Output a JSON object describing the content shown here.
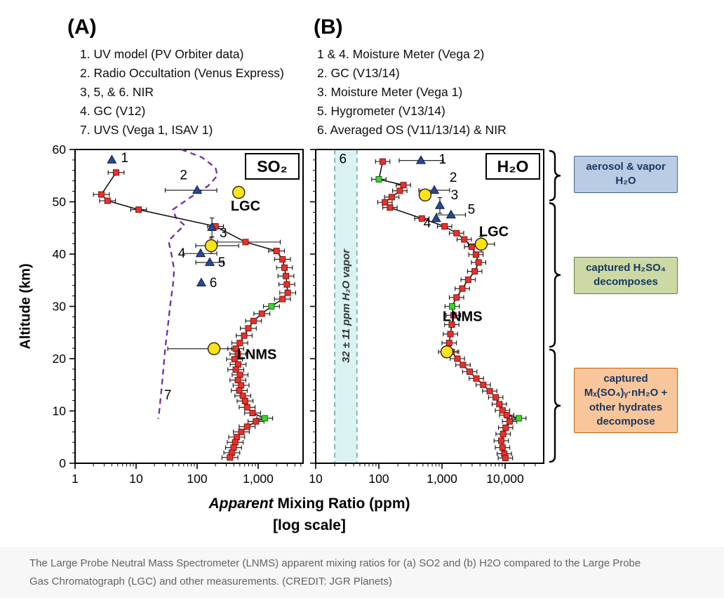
{
  "figure": {
    "panelA": {
      "header": "(A)",
      "legend": [
        "1. UV model (PV Orbiter data)",
        "2. Radio Occultation (Venus Express)",
        "3, 5, & 6. NIR",
        "4. GC (V12)",
        "7. UVS (Vega 1, ISAV 1)"
      ]
    },
    "panelB": {
      "header": "(B)",
      "legend": [
        "1 & 4. Moisture Meter (Vega 2)",
        "2. GC (V13/14)",
        "3. Moisture Meter (Vega 1)",
        "5. Hygrometer (V13/14)",
        "6. Averaged OS (V11/13/14) & NIR"
      ]
    },
    "ylabel": "Altitude (km)",
    "xlabel_italic": "Apparent",
    "xlabel_rest": " Mixing Ratio (ppm)",
    "xlabel_line2": "[log scale]",
    "side_boxes": [
      {
        "text": "aerosol & vapor\nH₂O",
        "bg": "#b9cce4",
        "border": "#41619e",
        "range_km": [
          50,
          60
        ]
      },
      {
        "text": "captured H₂SO₄\ndecomposes",
        "bg": "#ccd9a5",
        "border": "#5d7d35",
        "range_km": [
          22,
          50
        ]
      },
      {
        "text": "captured\nMₓ(SO₄)ᵧ·nH₂O +\nother hydrates\ndecompose",
        "bg": "#f9c69b",
        "border": "#bd6316",
        "range_km": [
          0,
          22
        ]
      }
    ],
    "caption": "The Large Probe Neutral Mass Spectrometer (LNMS) apparent mixing ratios for (a) SO2 and (b) H2O compared to the Large Probe Gas Chromatograph (LGC) and other measurements. (CREDIT: JGR Planets)"
  },
  "chart_data": [
    {
      "type": "scatter",
      "panel": "A",
      "gas": "SO₂",
      "x_axis": {
        "scale": "log",
        "range": [
          1,
          5500
        ],
        "ticks": [
          1,
          10,
          100,
          1000
        ],
        "tick_labels": [
          "1",
          "10",
          "100",
          "1,000"
        ]
      },
      "y_axis": {
        "label": "Altitude (km)",
        "range": [
          0,
          60
        ],
        "ticks": [
          0,
          10,
          20,
          30,
          40,
          50,
          60
        ]
      },
      "series": [
        {
          "name": "UVS (Vega 1, ISAV 1)",
          "marker": "none",
          "line": true,
          "dashed": true,
          "color": "#7030a0",
          "points": [
            [
              55,
              60
            ],
            [
              120,
              58.5
            ],
            [
              200,
              56.5
            ],
            [
              215,
              55
            ],
            [
              150,
              53
            ],
            [
              70,
              50.5
            ],
            [
              40,
              48.5
            ],
            [
              45,
              47
            ],
            [
              62,
              45.5
            ],
            [
              45,
              44
            ],
            [
              34,
              42.5
            ],
            [
              38,
              40
            ],
            [
              42,
              37
            ],
            [
              40,
              34
            ],
            [
              36,
              30
            ],
            [
              33,
              26
            ],
            [
              30,
              22
            ],
            [
              28,
              18
            ],
            [
              26,
              14
            ],
            [
              24,
              10
            ],
            [
              23,
              8.5
            ]
          ]
        },
        {
          "name": "LNMS profile",
          "marker": "square",
          "color": "#e8322a",
          "green_color": "#3fd42c",
          "green_indices": [
            13,
            32
          ],
          "line": true,
          "err_factor": 1.35,
          "points": [
            [
              4.7,
              55.6
            ],
            [
              2.7,
              51.4
            ],
            [
              3.4,
              50.2
            ],
            [
              11,
              48.5
            ],
            [
              200,
              45.3
            ],
            [
              620,
              42.3,
              215,
              2300
            ],
            [
              2000,
              40.6
            ],
            [
              2500,
              39.0
            ],
            [
              2700,
              37.4
            ],
            [
              2850,
              35.8
            ],
            [
              2950,
              34.2
            ],
            [
              3050,
              32.6
            ],
            [
              2500,
              31.4
            ],
            [
              1650,
              30.0
            ],
            [
              1150,
              28.6
            ],
            [
              840,
              27.2
            ],
            [
              690,
              25.8
            ],
            [
              590,
              24.4
            ],
            [
              500,
              23.0
            ],
            [
              430,
              21.9
            ],
            [
              465,
              20.9
            ],
            [
              410,
              19.9
            ],
            [
              470,
              18.9
            ],
            [
              430,
              17.9
            ],
            [
              505,
              16.9
            ],
            [
              465,
              15.9
            ],
            [
              525,
              14.9
            ],
            [
              490,
              13.9
            ],
            [
              560,
              12.9
            ],
            [
              610,
              11.9
            ],
            [
              660,
              10.7
            ],
            [
              810,
              9.6
            ],
            [
              1280,
              8.6
            ],
            [
              920,
              8.0
            ],
            [
              660,
              7.0
            ],
            [
              530,
              6.0
            ],
            [
              445,
              5.0
            ],
            [
              420,
              4.0
            ],
            [
              395,
              3.0
            ],
            [
              370,
              2.0
            ],
            [
              345,
              1.1
            ]
          ]
        },
        {
          "name": "other measurements (triangles)",
          "marker": "triangle",
          "color": "#27489b",
          "points": [
            [
              4,
              58
            ],
            [
              100,
              52.2,
              30,
              210
            ],
            [
              175,
              45.1,
              null,
              null,
              1.8
            ],
            [
              114,
              40.1,
              60,
              210
            ],
            [
              161,
              38.4,
              95,
              270
            ],
            [
              117,
              34.5
            ]
          ]
        },
        {
          "name": "LGC / LNMS points",
          "marker": "circle",
          "color": "#ffe212",
          "points": [
            [
              480,
              51.8
            ],
            [
              170,
              41.6,
              95,
              480,
              1.5
            ],
            [
              189,
              21.9,
              33,
              370
            ]
          ]
        }
      ],
      "annotations": [
        {
          "text": "1",
          "v": 6.5,
          "km": 57.6
        },
        {
          "text": "2",
          "v": 60,
          "km": 54.3
        },
        {
          "text": "3",
          "v": 268,
          "km": 43.2
        },
        {
          "text": "4",
          "v": 56,
          "km": 39.3
        },
        {
          "text": "5",
          "v": 253,
          "km": 37.6
        },
        {
          "text": "6",
          "v": 184,
          "km": 33.7
        },
        {
          "text": "7",
          "v": 33,
          "km": 12.2
        },
        {
          "text": "LGC",
          "v": 620,
          "km": 48.3,
          "bold": true
        },
        {
          "text": "LNMS",
          "v": 950,
          "km": 19.9,
          "bold": true
        }
      ]
    },
    {
      "type": "scatter",
      "panel": "B",
      "gas": "H₂O",
      "x_axis": {
        "scale": "log",
        "range": [
          10,
          41000
        ],
        "ticks": [
          10,
          100,
          1000,
          10000
        ],
        "tick_labels": [
          "10",
          "100",
          "1,000",
          "10,000"
        ]
      },
      "y_axis": {
        "range": [
          0,
          60
        ],
        "ticks": [
          0,
          10,
          20,
          30,
          40,
          50,
          60
        ]
      },
      "band": {
        "v1": 20,
        "v2": 45,
        "fill": "#daf3f2",
        "edge": "#6aa9a9",
        "label": "6",
        "text": "32 ± 11 ppm H₂O vapor"
      },
      "series": [
        {
          "name": "LNMS profile",
          "marker": "square",
          "color": "#e8322a",
          "green_color": "#3fd42c",
          "green_indices": [
            1,
            18,
            34
          ],
          "line": true,
          "err_factor": 1.3,
          "points": [
            [
              115,
              57.7
            ],
            [
              100,
              54.3
            ],
            [
              245,
              53.2
            ],
            [
              215,
              52.1
            ],
            [
              160,
              50.9
            ],
            [
              125,
              49.9
            ],
            [
              150,
              48.9
            ],
            [
              480,
              46.8
            ],
            [
              1100,
              45.3
            ],
            [
              1700,
              44.0
            ],
            [
              2250,
              42.8
            ],
            [
              2950,
              41.4
            ],
            [
              3450,
              39.9
            ],
            [
              3800,
              38.4
            ],
            [
              3300,
              36.7
            ],
            [
              2600,
              35.1
            ],
            [
              2100,
              33.4
            ],
            [
              1700,
              31.7
            ],
            [
              1450,
              30.0
            ],
            [
              1520,
              28.3
            ],
            [
              1430,
              26.5
            ],
            [
              1360,
              24.7
            ],
            [
              1300,
              23.0
            ],
            [
              1420,
              21.3
            ],
            [
              1750,
              20.0
            ],
            [
              2150,
              18.8
            ],
            [
              2750,
              17.5
            ],
            [
              3500,
              16.2
            ],
            [
              4500,
              15.0
            ],
            [
              5700,
              13.8
            ],
            [
              7100,
              12.6
            ],
            [
              8100,
              11.3
            ],
            [
              9100,
              10.1
            ],
            [
              10600,
              9.2
            ],
            [
              16500,
              8.6
            ],
            [
              11800,
              8.0
            ],
            [
              10200,
              6.8
            ],
            [
              9300,
              5.6
            ],
            [
              8700,
              4.3
            ],
            [
              9100,
              3.0
            ],
            [
              9700,
              1.8
            ],
            [
              10100,
              1.0
            ]
          ]
        },
        {
          "name": "other measurements (triangles)",
          "marker": "triangle",
          "color": "#27489b",
          "points": [
            [
              464,
              57.9,
              210,
              1050
            ],
            [
              756,
              52.2,
              430,
              1320
            ],
            [
              926,
              49.3,
              null,
              null,
              1.5
            ],
            [
              810,
              46.8
            ],
            [
              1390,
              47.5,
              820,
              2350
            ]
          ]
        },
        {
          "name": "LGC / LNMS points",
          "marker": "circle",
          "color": "#ffe212",
          "points": [
            [
              540,
              51.3
            ],
            [
              4180,
              41.9,
              2600,
              6800,
              1.5
            ],
            [
              1196,
              21.3,
              880,
              1750
            ]
          ]
        }
      ],
      "annotations": [
        {
          "text": "6",
          "v": 27,
          "km": 57.4
        },
        {
          "text": "1",
          "v": 1020,
          "km": 57.3
        },
        {
          "text": "2",
          "v": 1510,
          "km": 53.8
        },
        {
          "text": "3",
          "v": 1580,
          "km": 50.5
        },
        {
          "text": "5",
          "v": 2920,
          "km": 47.7
        },
        {
          "text": "4",
          "v": 584,
          "km": 45.1
        },
        {
          "text": "LGC",
          "v": 6640,
          "km": 43.4,
          "bold": true
        },
        {
          "text": "LNMS",
          "v": 2110,
          "km": 27.2,
          "bold": true
        }
      ]
    }
  ]
}
